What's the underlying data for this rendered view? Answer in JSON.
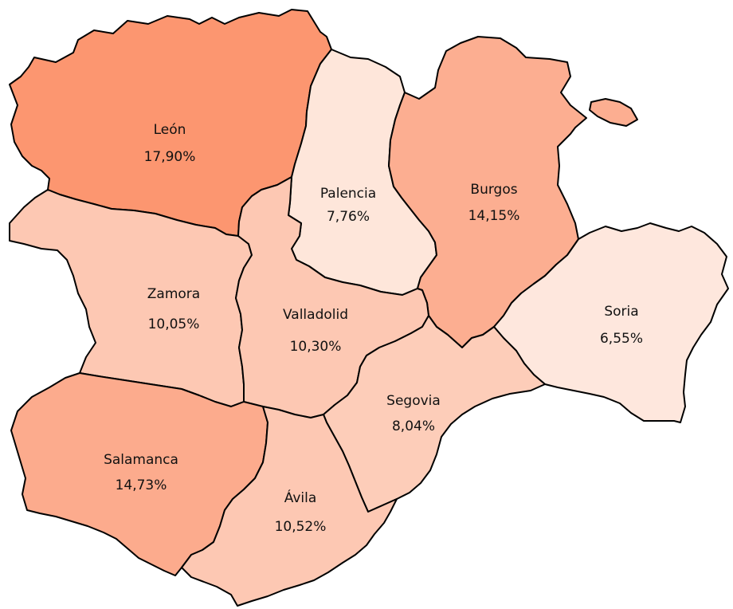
{
  "provinces": [
    {
      "id": "leon",
      "name": "León",
      "value": "17,90%",
      "share": 17.9,
      "color": "#fc9670"
    },
    {
      "id": "palencia",
      "name": "Palencia",
      "value": "7,76%",
      "share": 7.76,
      "color": "#fee6da"
    },
    {
      "id": "burgos",
      "name": "Burgos",
      "value": "14,15%",
      "share": 14.15,
      "color": "#fcae91"
    },
    {
      "id": "soria",
      "name": "Soria",
      "value": "6,55%",
      "share": 6.55,
      "color": "#fee7dd"
    },
    {
      "id": "zamora",
      "name": "Zamora",
      "value": "10,05%",
      "share": 10.05,
      "color": "#fdc8b3"
    },
    {
      "id": "valladolid",
      "name": "Valladolid",
      "value": "10,30%",
      "share": 10.3,
      "color": "#fdc8b3"
    },
    {
      "id": "segovia",
      "name": "Segovia",
      "value": "8,04%",
      "share": 8.04,
      "color": "#fdcdb9"
    },
    {
      "id": "salamanca",
      "name": "Salamanca",
      "value": "14,73%",
      "share": 14.73,
      "color": "#fcab8d"
    },
    {
      "id": "avila",
      "name": "Ávila",
      "value": "10,52%",
      "share": 10.52,
      "color": "#fdc8b3"
    }
  ]
}
